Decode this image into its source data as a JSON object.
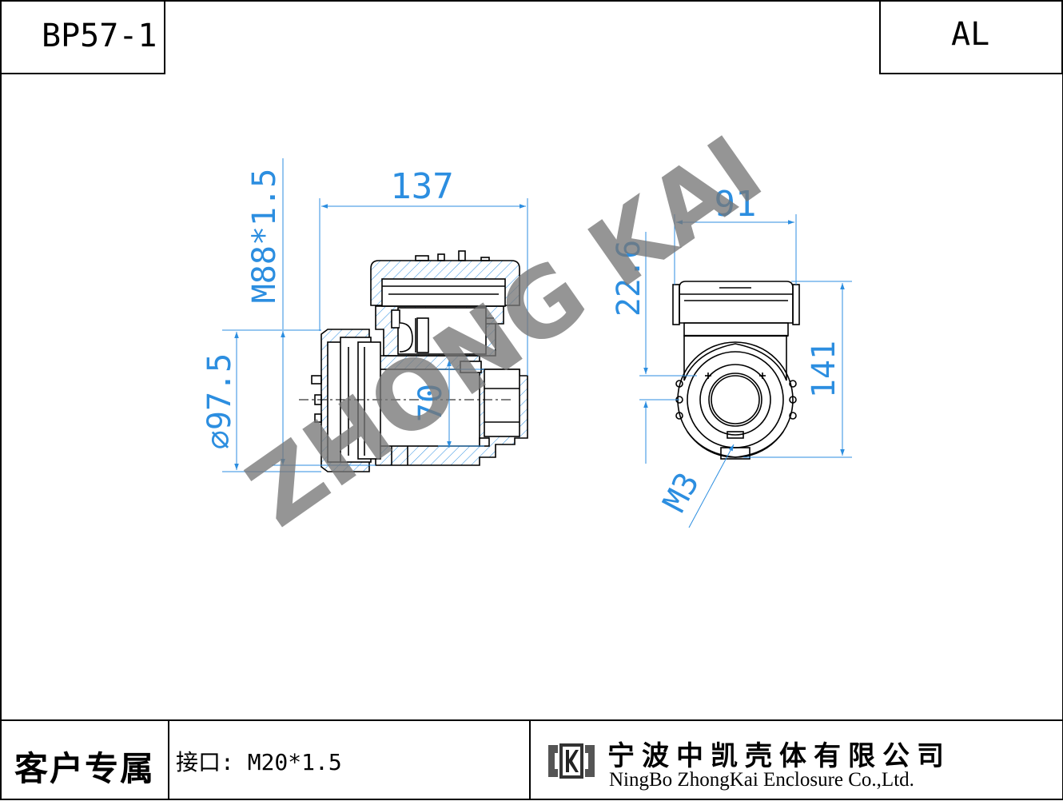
{
  "header": {
    "model": "BP57-1",
    "material": "AL"
  },
  "dimensions": {
    "side_width": "137",
    "thread": "M88*1.5",
    "diameter": "⌀97.5",
    "inner_height": "70",
    "front_width": "91",
    "offset": "22.6",
    "front_height": "141",
    "screw": "M3"
  },
  "watermark": "ZHONG KAI",
  "footer": {
    "owner": "客户专属",
    "interface": "接口: M20*1.5",
    "company_cn": "宁波中凯壳体有限公司",
    "company_en": "NingBo ZhongKai Enclosure Co.,Ltd."
  },
  "colors": {
    "dimension": "#2c8ee0",
    "watermark": "#777777",
    "line": "#000000"
  },
  "icons": [
    "company-logo-icon"
  ]
}
